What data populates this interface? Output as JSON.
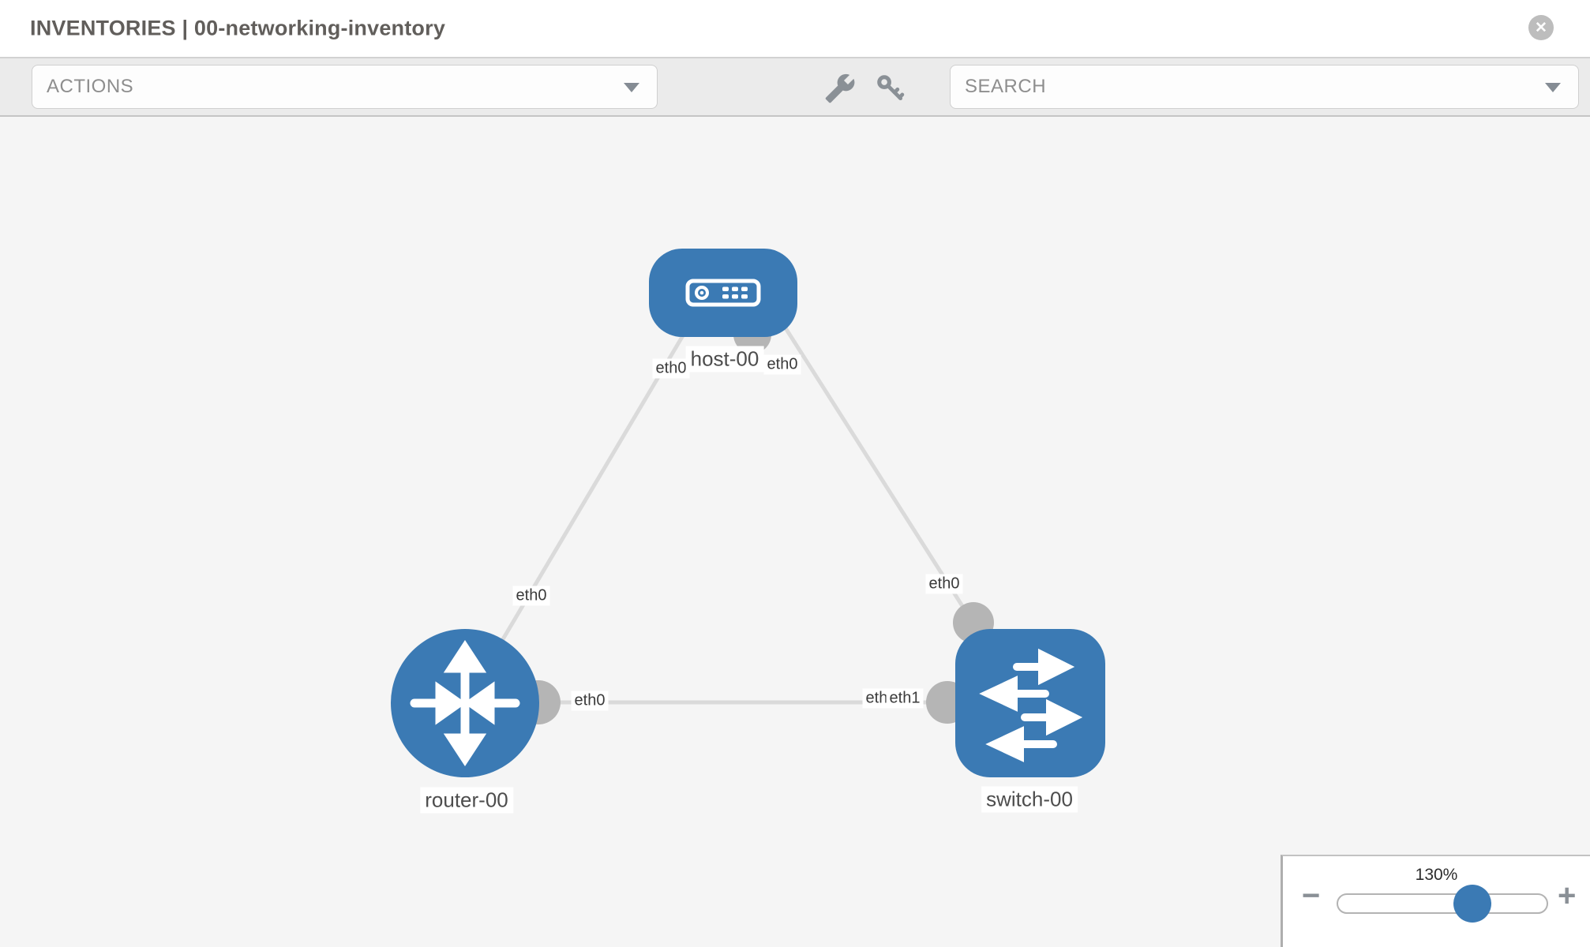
{
  "header": {
    "title": "INVENTORIES | 00-networking-inventory"
  },
  "toolbar": {
    "actions_label": "ACTIONS",
    "search_label": "SEARCH",
    "icons": [
      "wrench",
      "key"
    ]
  },
  "graph": {
    "nodes": [
      {
        "id": "host-00",
        "label": "host-00",
        "type": "host"
      },
      {
        "id": "router-00",
        "label": "router-00",
        "type": "router"
      },
      {
        "id": "switch-00",
        "label": "switch-00",
        "type": "switch"
      }
    ],
    "links": [
      {
        "from": "host-00",
        "from_iface": "eth0",
        "to": "router-00",
        "to_iface": "eth0"
      },
      {
        "from": "host-00",
        "from_iface": "eth0",
        "to": "switch-00",
        "to_iface": "eth0"
      },
      {
        "from": "router-00",
        "from_iface": "eth0",
        "to": "switch-00",
        "to_iface": "eth1",
        "overlapped_iface": "eth0"
      }
    ]
  },
  "zoom_control": {
    "level": "130%",
    "minus": "−",
    "plus": "+"
  },
  "colors": {
    "node_blue": "#3b7ab4",
    "link_gray": "#dadada",
    "port_gray": "#b5b5b5",
    "toolbar_icon_gray": "#8a9096",
    "canvas_bg": "#f5f5f5"
  }
}
